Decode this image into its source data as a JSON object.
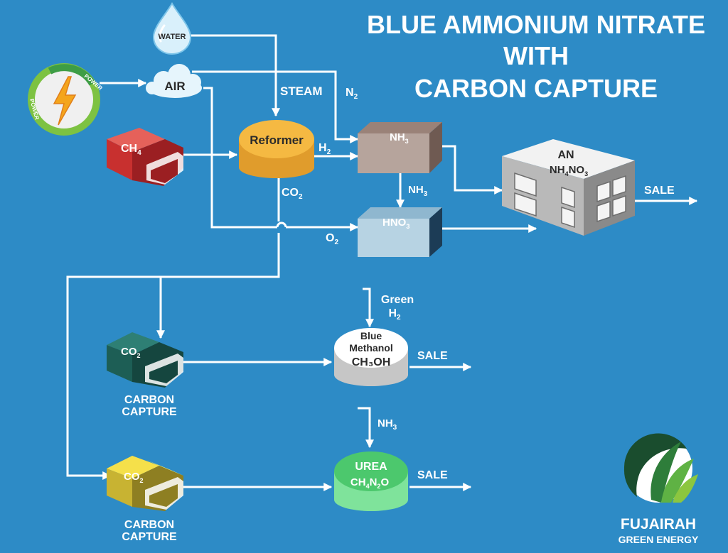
{
  "title": {
    "line1": "BLUE AMMONIUM NITRATE",
    "line2": "WITH",
    "line3": "CARBON CAPTURE"
  },
  "inputs": {
    "water": "WATER",
    "air": "AIR",
    "power_top": "POWER",
    "power_side": "POWER",
    "ch4_main": "CH",
    "ch4_sub": "4"
  },
  "flow_labels": {
    "steam": "STEAM",
    "n2_main": "N",
    "n2_sub": "2",
    "h2_main": "H",
    "h2_sub": "2",
    "co2_main": "CO",
    "co2_sub": "2",
    "o2_main": "O",
    "o2_sub": "2",
    "nh3_flow_main": "NH",
    "nh3_flow_sub": "3",
    "green_h2_line1": "Green",
    "green_h2_main": "H",
    "green_h2_sub": "2",
    "nh3_urea_main": "NH",
    "nh3_urea_sub": "3"
  },
  "nodes": {
    "reformer": "Reformer",
    "nh3_main": "NH",
    "nh3_sub": "3",
    "hno3_main": "HNO",
    "hno3_sub": "3",
    "an_line1": "AN",
    "an_p1": "NH",
    "an_s1": "4",
    "an_p2": "NO",
    "an_s2": "3",
    "methanol_line1": "Blue",
    "methanol_line2": "Methanol",
    "methanol_line3": "CH₃OH",
    "urea_line1": "UREA",
    "urea_p1": "CH",
    "urea_s1": "4",
    "urea_p2": "N",
    "urea_s2": "2",
    "urea_p3": "O",
    "co2_capture_1_main": "CO",
    "co2_capture_1_sub": "2",
    "co2_capture_2_main": "CO",
    "co2_capture_2_sub": "2"
  },
  "captions": {
    "carbon_capture_1": [
      "CARBON",
      "CAPTURE"
    ],
    "carbon_capture_2": [
      "CARBON",
      "CAPTURE"
    ]
  },
  "outputs": {
    "sale_an": "SALE",
    "sale_methanol": "SALE",
    "sale_urea": "SALE"
  },
  "logo": {
    "line1": "FUJAIRAH",
    "line2": "GREEN ENERGY"
  },
  "colors": {
    "background": "#2d8bc6",
    "reformer": "#f5b942",
    "ammonia": "#9a8278",
    "nitric_acid": "#b7d3e3",
    "methane": "#c8302f",
    "capture_1": "#1d5e55",
    "capture_2": "#d3bf35",
    "urea": "#5fd07a",
    "logo_text": "#1a4d2e"
  }
}
